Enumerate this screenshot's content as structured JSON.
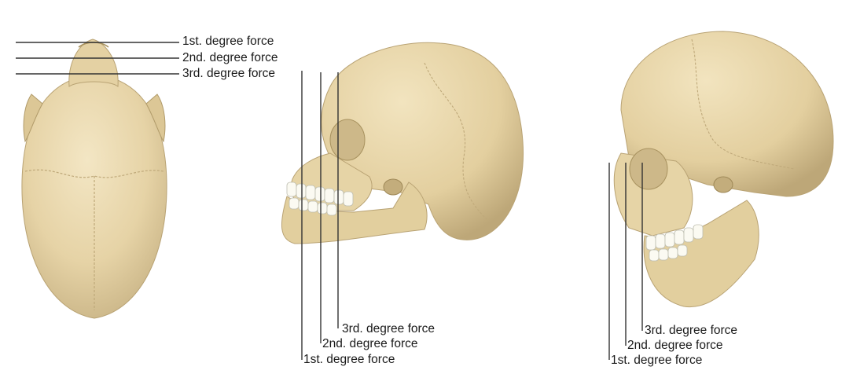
{
  "panels": [
    {
      "view": "top",
      "labels": [
        "1st. degree force",
        "2nd. degree force",
        "3rd. degree force"
      ]
    },
    {
      "view": "lateral",
      "labels": [
        "1st. degree force",
        "2nd. degree force",
        "3rd. degree force"
      ]
    },
    {
      "view": "oblique",
      "labels": [
        "1st. degree force",
        "2nd. degree force",
        "3rd. degree force"
      ]
    }
  ],
  "colors": {
    "bone": "#ead9b0",
    "bone_shadow": "#c9b486",
    "line": "#333333"
  }
}
